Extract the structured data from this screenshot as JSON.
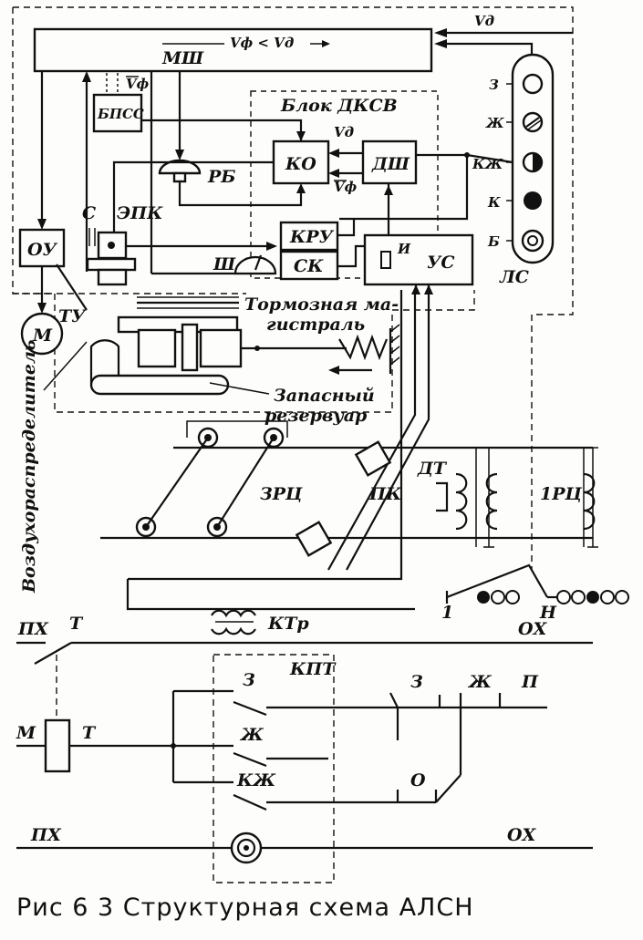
{
  "labels": {
    "v_d_top": "Vд",
    "v_compare": "Vф < Vд",
    "msh": "МШ",
    "v_f_small": "Vф",
    "bpss": "БПСС",
    "block_dksv": "Блок ДКСВ",
    "v_d_ko": "Vд",
    "ko": "КО",
    "dsh": "ДШ",
    "rb": "РБ",
    "v_f_ko": "Vф",
    "c": "С",
    "epk": "ЭПК",
    "ou": "ОУ",
    "kru": "КРУ",
    "sh": "Ш",
    "sk": "СК",
    "i": "И",
    "us": "УС",
    "ls": "ЛС",
    "sig_z": "З",
    "sig_zh": "Ж",
    "sig_kzh": "КЖ",
    "sig_k": "К",
    "sig_b": "Б",
    "motor": "М",
    "tu": "ТУ",
    "brake_line_1": "Тормозная ма-",
    "brake_line_2": "гистраль",
    "reservoir_1": "Запасный",
    "reservoir_2": "резервуар",
    "air_distributor": "Воздухораспределитель",
    "zrc": "ЗРЦ",
    "pk": "ПК",
    "dt": "ДТ",
    "one_rc": "1РЦ",
    "ktr": "КТр",
    "px_top": "ПХ",
    "t_top": "Т",
    "ox_top": "ОХ",
    "one": "1",
    "h": "Н",
    "kpt": "КПТ",
    "z_contact_left": "З",
    "zh_contact_left": "Ж",
    "kzh_contact_left": "КЖ",
    "z_contact_right": "З",
    "zh_contact_right": "Ж",
    "p_contact": "П",
    "o_contact": "О",
    "m_left": "М",
    "t_mid": "Т",
    "px_bottom": "ПХ",
    "ox_bottom": "ОХ"
  },
  "caption": "Рис 6 3  Структурная схема АЛСН"
}
